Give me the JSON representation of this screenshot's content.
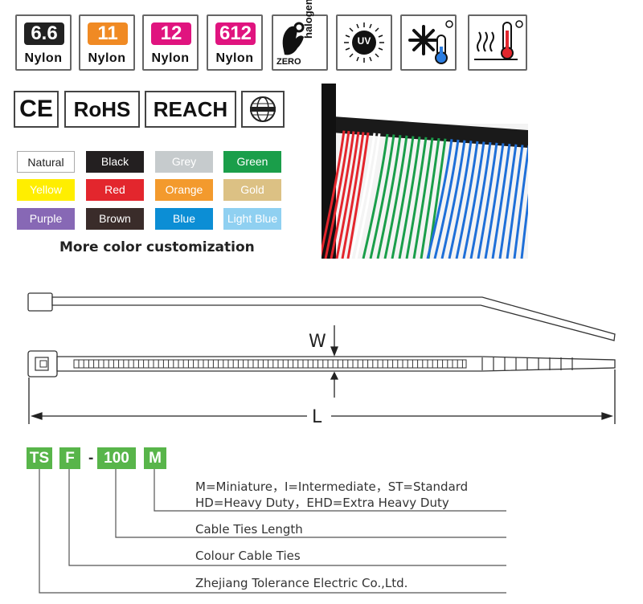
{
  "materials": [
    {
      "number": "6.6",
      "label": "Nylon",
      "color": "#222222"
    },
    {
      "number": "11",
      "label": "Nylon",
      "color": "#f08a24"
    },
    {
      "number": "12",
      "label": "Nylon",
      "color": "#e0147f"
    },
    {
      "number": "612",
      "label": "Nylon",
      "color": "#e0147f"
    }
  ],
  "feature_icons": {
    "zero_halogen": {
      "zero": "ZERO",
      "halogen": "halogen"
    },
    "uv": "UV"
  },
  "certifications": [
    "CE",
    "RoHS",
    "REACH"
  ],
  "colors": [
    {
      "name": "Natural",
      "bg": "#ffffff",
      "fg": "#222222"
    },
    {
      "name": "Black",
      "bg": "#231f20",
      "fg": "#ffffff"
    },
    {
      "name": "Grey",
      "bg": "#c6cbcd",
      "fg": "#ffffff"
    },
    {
      "name": "Green",
      "bg": "#1a9e4a",
      "fg": "#ffffff"
    },
    {
      "name": "Yellow",
      "bg": "#ffee00",
      "fg": "#ffffff"
    },
    {
      "name": "Red",
      "bg": "#e3262d",
      "fg": "#ffffff"
    },
    {
      "name": "Orange",
      "bg": "#f39a2d",
      "fg": "#ffffff"
    },
    {
      "name": "Gold",
      "bg": "#dcc184",
      "fg": "#ffffff"
    },
    {
      "name": "Purple",
      "bg": "#8768b5",
      "fg": "#ffffff"
    },
    {
      "name": "Brown",
      "bg": "#3a2c2a",
      "fg": "#ffffff"
    },
    {
      "name": "Blue",
      "bg": "#0c8ed5",
      "fg": "#ffffff"
    },
    {
      "name": "Light Blue",
      "bg": "#8fd0f1",
      "fg": "#ffffff"
    }
  ],
  "more_colors": "More color customization",
  "dimensions": {
    "width_label": "W",
    "length_label": "L"
  },
  "code": {
    "parts": [
      "TS",
      "F",
      "100",
      "M"
    ],
    "dash": "-"
  },
  "legend": {
    "type_line1": "M=Miniature，I=Intermediate，ST=Standard",
    "type_line2": "HD=Heavy Duty，EHD=Extra Heavy Duty",
    "length": "Cable Ties Length",
    "colour": "Colour Cable Ties",
    "company": "Zhejiang Tolerance Electric Co.,Ltd."
  }
}
